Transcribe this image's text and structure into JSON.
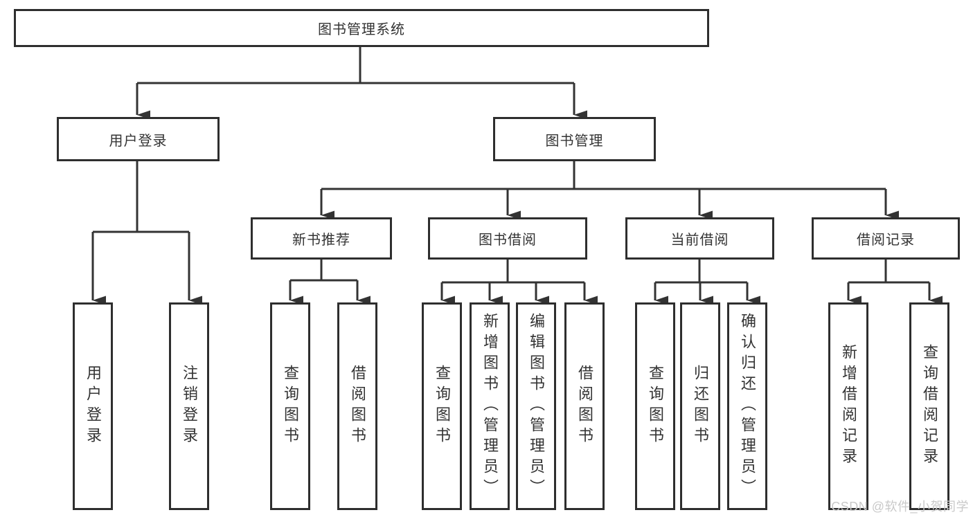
{
  "tree": {
    "root": {
      "label": "图书管理系统"
    },
    "children": [
      {
        "label": "用户登录",
        "children": [
          {
            "label": "用户登录"
          },
          {
            "label": "注销登录"
          }
        ]
      },
      {
        "label": "图书管理",
        "children": [
          {
            "label": "新书推荐",
            "children": [
              {
                "label": "查询图书"
              },
              {
                "label": "借阅图书"
              }
            ]
          },
          {
            "label": "图书借阅",
            "children": [
              {
                "label": "查询图书"
              },
              {
                "label": "新增图书（管理员）"
              },
              {
                "label": "编辑图书（管理员）"
              },
              {
                "label": "借阅图书"
              }
            ]
          },
          {
            "label": "当前借阅",
            "children": [
              {
                "label": "查询图书"
              },
              {
                "label": "归还图书"
              },
              {
                "label": "确认归还（管理员）"
              }
            ]
          },
          {
            "label": "借阅记录",
            "children": [
              {
                "label": "新增借阅记录"
              },
              {
                "label": "查询借阅记录"
              }
            ]
          }
        ]
      }
    ]
  },
  "watermark": "CSDN @软件_小贺同学",
  "colors": {
    "background": "#ffffff",
    "line": "#333333",
    "box_border": "#2e2e2e",
    "text": "#333333",
    "watermark_text": "#c9c9c9"
  }
}
